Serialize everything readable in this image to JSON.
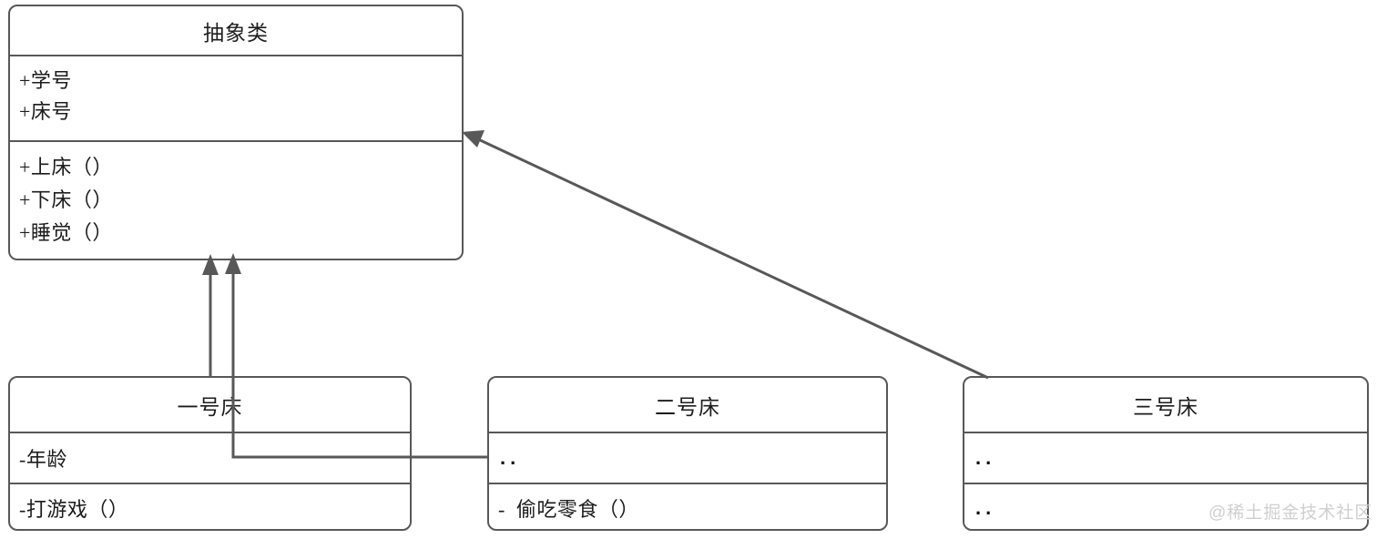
{
  "diagram": {
    "type": "uml-class-diagram",
    "background_color": "#ffffff",
    "stroke_color": "#585858",
    "text_color": "#1c1c1c",
    "watermark": "@稀土掘金技术社区",
    "watermark_color": "#cfcfcf"
  },
  "classes": {
    "abstract": {
      "title": "抽象类",
      "attributes": [
        "+学号",
        "+床号"
      ],
      "methods": [
        "+上床（）",
        "+下床（）",
        "+睡觉（）"
      ]
    },
    "bed1": {
      "title": "一号床",
      "attributes": [
        "-年龄"
      ],
      "methods": [
        "-打游戏（）"
      ]
    },
    "bed2": {
      "title": "二号床",
      "attributes": [
        ".."
      ],
      "methods": [
        "-  偷吃零食（）"
      ]
    },
    "bed3": {
      "title": "三号床",
      "attributes": [
        ".."
      ],
      "methods": [
        ".."
      ]
    }
  },
  "edges": [
    {
      "name": "bed1-to-abstract",
      "kind": "generalization",
      "from": "一号床",
      "to": "抽象类"
    },
    {
      "name": "bed2-to-abstract",
      "kind": "generalization",
      "from": "二号床",
      "to": "抽象类"
    },
    {
      "name": "bed3-to-abstract",
      "kind": "generalization",
      "from": "三号床",
      "to": "抽象类"
    }
  ]
}
